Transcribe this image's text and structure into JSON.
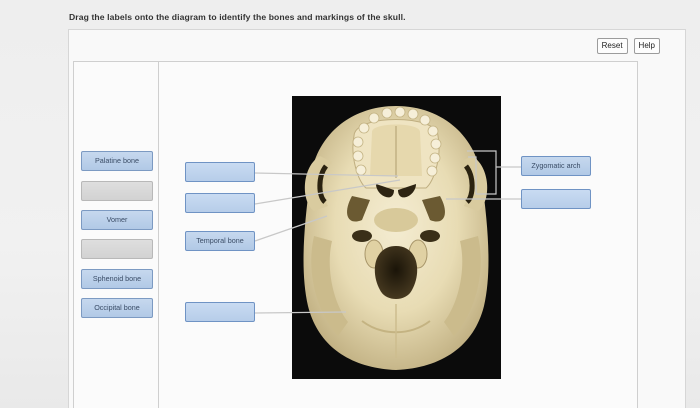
{
  "instruction": "Drag the labels onto the diagram to identify the bones and markings of the skull.",
  "buttons": {
    "reset": "Reset",
    "help": "Help"
  },
  "label_bank": [
    {
      "label": "Palatine bone"
    },
    {
      "label": ""
    },
    {
      "label": "Vomer"
    },
    {
      "label": ""
    },
    {
      "label": "Sphenoid bone"
    },
    {
      "label": "Occipital bone"
    }
  ],
  "targets": {
    "left_top": "",
    "left_middle": "",
    "left_lower": "Temporal bone",
    "left_bottom": "",
    "right_top": "Zygomatic arch",
    "right_bottom": ""
  },
  "colors": {
    "label_fill": "#b1c9e6",
    "label_border": "#7c9ac2",
    "leader_line": "#c8c8c8",
    "photo_background": "#0b0b0b"
  }
}
